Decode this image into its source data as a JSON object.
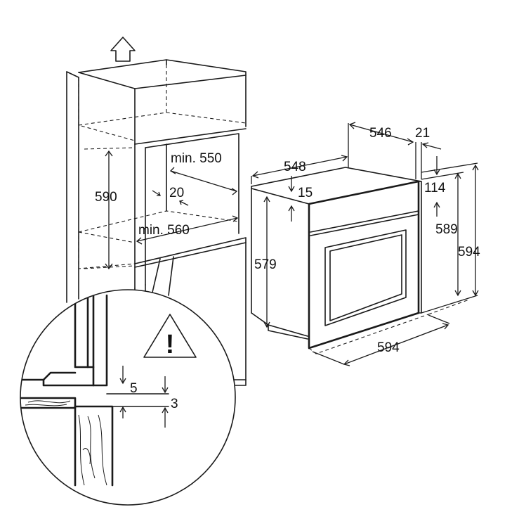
{
  "colors": {
    "line": "#1a1a1a",
    "background": "#ffffff",
    "text": "#111111"
  },
  "icons": {
    "up_arrow": "up-arrow-icon",
    "warning": "warning-triangle-icon"
  },
  "labels": {
    "cabinet_min_depth": "min. 550",
    "cabinet_height": "590",
    "cabinet_gap": "20",
    "cabinet_min_width": "min. 560",
    "oven_depth_total": "548",
    "oven_depth_body": "546",
    "oven_panel_depth": "21",
    "oven_top_offset": "15",
    "oven_front_panel": "114",
    "oven_body_height": "579",
    "oven_front_height": "589",
    "oven_total_height": "594",
    "oven_width": "594",
    "detail_gap_5": "5",
    "detail_gap_3": "3",
    "warning_symbol": "!"
  }
}
